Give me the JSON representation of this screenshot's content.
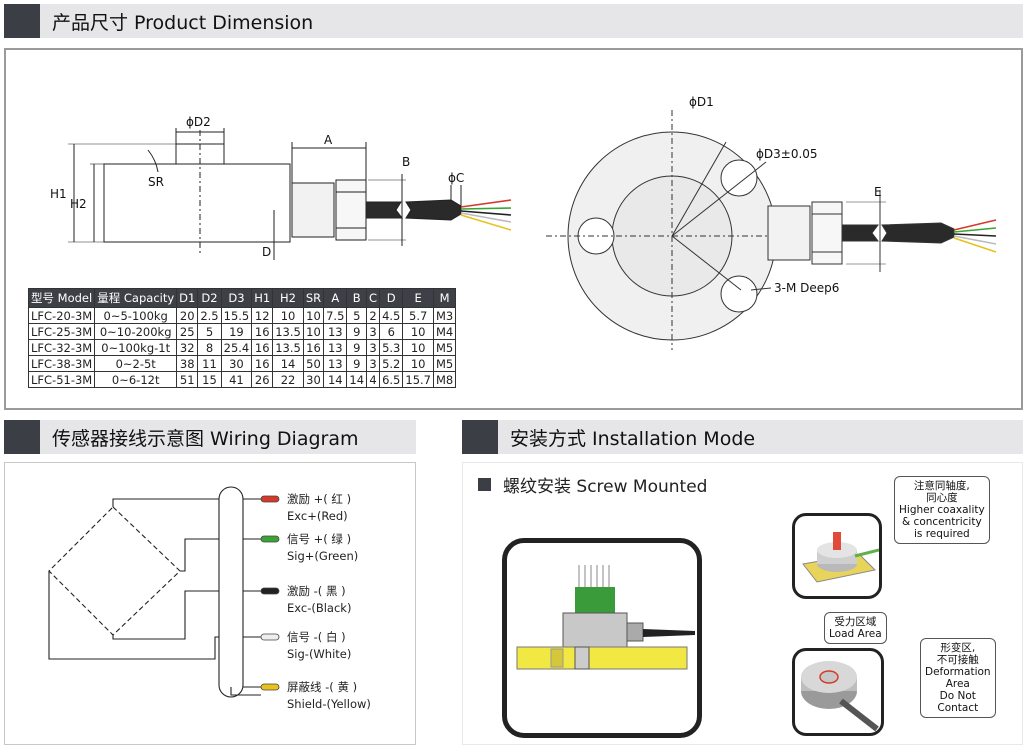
{
  "dimension": {
    "header": "产品尺寸 Product Dimension",
    "side_labels": {
      "d2": "ϕD2",
      "sr": "SR",
      "h1": "H1",
      "h2": "H2",
      "a": "A",
      "b": "B",
      "c": "ϕC",
      "d": "D"
    },
    "front_labels": {
      "d1": "ϕD1",
      "d3": "ϕD3±0.05",
      "e": "E",
      "thread": "3-M Deep6"
    },
    "table": {
      "columns": [
        "型号 Model",
        "量程 Capacity",
        "D1",
        "D2",
        "D3",
        "H1",
        "H2",
        "SR",
        "A",
        "B",
        "C",
        "D",
        "E",
        "M"
      ],
      "rows": [
        [
          "LFC-20-3M",
          "0~5-100kg",
          "20",
          "2.5",
          "15.5",
          "12",
          "10",
          "10",
          "7.5",
          "5",
          "2",
          "4.5",
          "5.7",
          "M3"
        ],
        [
          "LFC-25-3M",
          "0~10-200kg",
          "25",
          "5",
          "19",
          "16",
          "13.5",
          "10",
          "13",
          "9",
          "3",
          "6",
          "10",
          "M4"
        ],
        [
          "LFC-32-3M",
          "0~100kg-1t",
          "32",
          "8",
          "25.4",
          "16",
          "13.5",
          "16",
          "13",
          "9",
          "3",
          "5.3",
          "10",
          "M5"
        ],
        [
          "LFC-38-3M",
          "0~2-5t",
          "38",
          "11",
          "30",
          "16",
          "14",
          "50",
          "13",
          "9",
          "3",
          "5.2",
          "10",
          "M5"
        ],
        [
          "LFC-51-3M",
          "0~6-12t",
          "51",
          "15",
          "41",
          "26",
          "22",
          "30",
          "14",
          "14",
          "4",
          "6.5",
          "15.7",
          "M8"
        ]
      ]
    }
  },
  "wiring": {
    "header": "传感器接线示意图 Wiring Diagram",
    "wires": [
      {
        "cn": "激励 +( 红 )",
        "en": "Exc+(Red)",
        "color": "#d43a2a"
      },
      {
        "cn": "信号 +( 绿 )",
        "en": "Sig+(Green)",
        "color": "#3aa535"
      },
      {
        "cn": "激励 -( 黑 )",
        "en": "Exc-(Black)",
        "color": "#222222"
      },
      {
        "cn": "信号 -( 白 )",
        "en": "Sig-(White)",
        "color": "#eeeeee"
      },
      {
        "cn": "屏蔽线 -( 黄 )",
        "en": "Shield-(Yellow)",
        "color": "#e7c21f"
      }
    ]
  },
  "install": {
    "header": "安装方式 Installation Mode",
    "subtitle": "螺纹安装 Screw Mounted",
    "callout_coax": [
      "注意同轴度,",
      "同心度",
      "Higher coaxality",
      "& concentricity",
      "is required"
    ],
    "callout_load": [
      "受力区域",
      "Load Area"
    ],
    "callout_deform": [
      "形变区,",
      "不可接触",
      "Deformation",
      "Area",
      "Do Not",
      "Contact"
    ]
  }
}
